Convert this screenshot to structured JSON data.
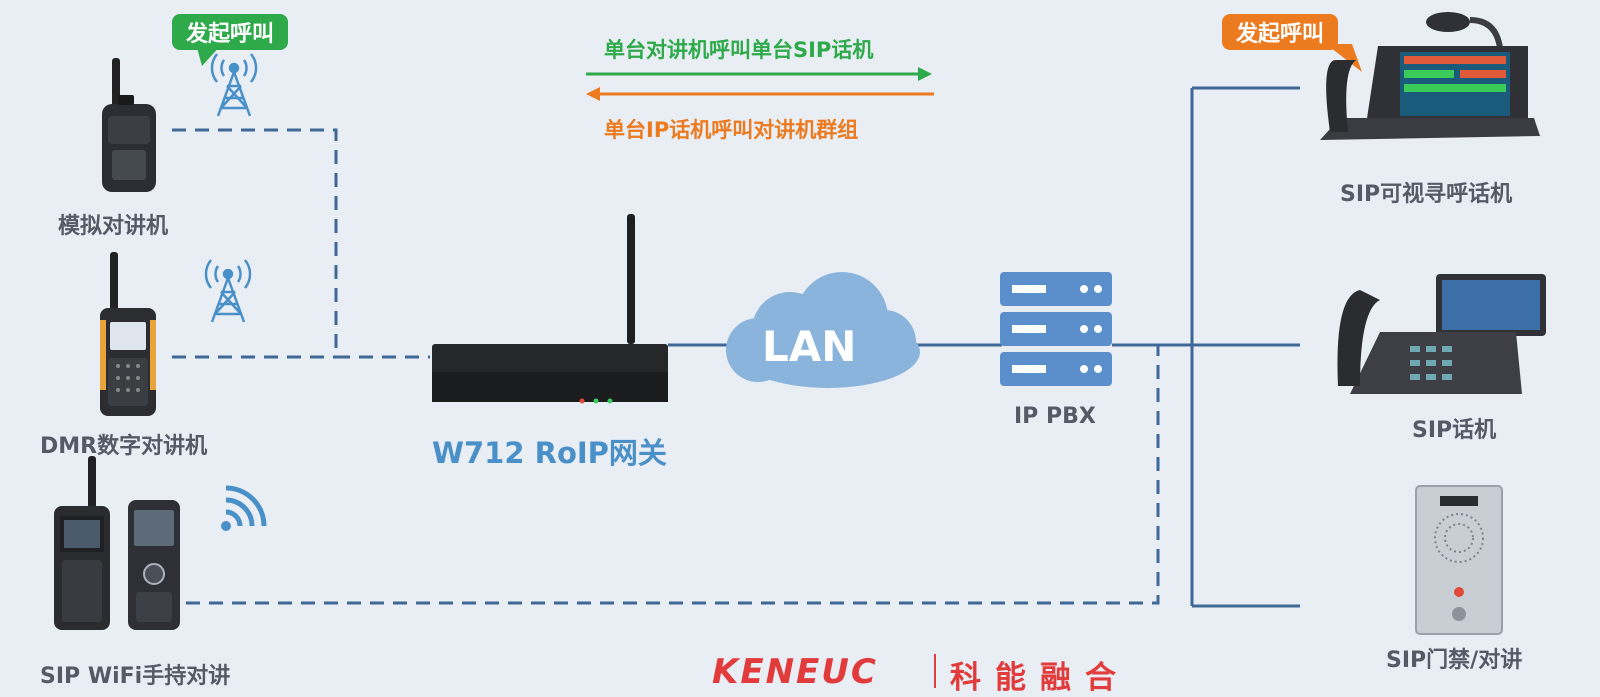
{
  "top_left_bubble": "发起呼叫",
  "top_right_bubble": "发起呼叫",
  "arrow_forward_label": "单台对讲机呼叫单台SIP话机",
  "arrow_back_label": "单台IP话机呼叫对讲机群组",
  "left_devices": [
    {
      "label": "模拟对讲机"
    },
    {
      "label": "DMR数字对讲机"
    },
    {
      "label": "SIP WiFi手持对讲"
    }
  ],
  "gateway": {
    "label": "W712 RoIP网关"
  },
  "network": {
    "label": "LAN"
  },
  "pbx": {
    "label": "IP PBX"
  },
  "right_devices": [
    {
      "label": "SIP可视寻呼话机"
    },
    {
      "label": "SIP话机"
    },
    {
      "label": "SIP门禁/对讲"
    }
  ],
  "brand": {
    "latin": "KENEUC",
    "chinese": "科能融合"
  },
  "colors": {
    "background": "#e9eef5",
    "line": "#3f6896",
    "green": "#2eaa4a",
    "orange": "#ec7a1e",
    "accent_blue": "#4a90c8",
    "cloud": "#8ab4dc",
    "pbx": "#5b8fcb",
    "brand_red": "#e23b3b"
  }
}
